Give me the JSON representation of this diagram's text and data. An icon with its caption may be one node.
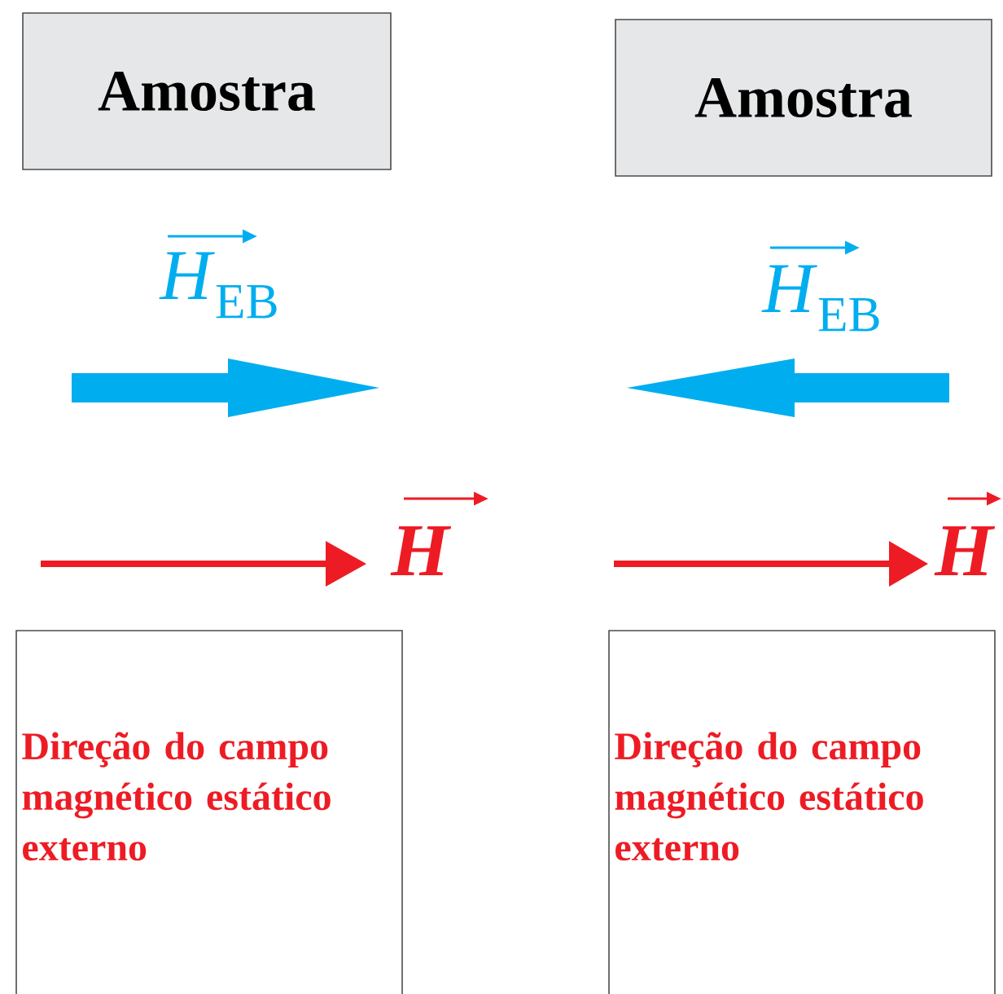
{
  "diagram": {
    "nodes": [
      {
        "text": [
          "Amostra"
        ]
      },
      {
        "text": [
          "Amostra"
        ]
      },
      {
        "text": [
          "Direção do campo magnético estático externo"
        ]
      },
      {
        "text": [
          "Direção do campo magnético estático externo"
        ]
      }
    ],
    "labels": [
      "*H*$_{EB}$",
      "*H*$_{EB}$",
      "H",
      "H"
    ]
  }
}
